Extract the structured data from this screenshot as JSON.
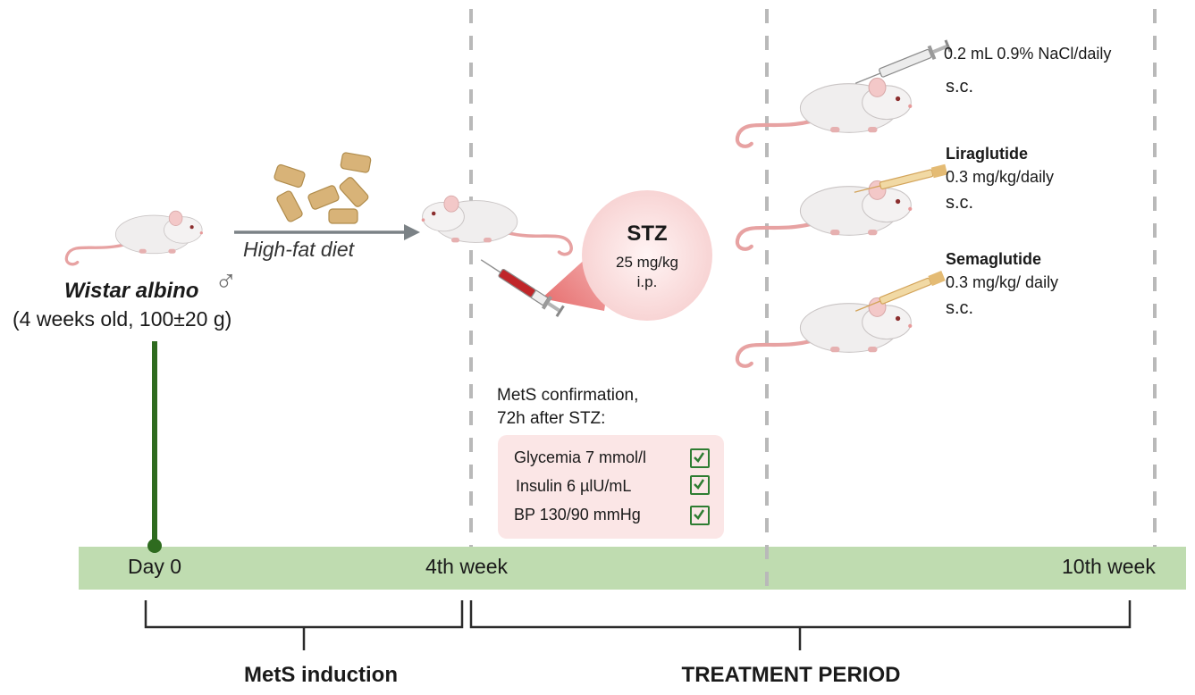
{
  "colors": {
    "timeline_bar": "#bfdcb0",
    "stem_green": "#2e6b1f",
    "dashed_divider": "#b9b9b9",
    "arrow_gray": "#7b8286",
    "bracket": "#2b2b2b",
    "stz_bubble": "#fbdede",
    "mets_box": "#fbe6e6",
    "check_green": "#2e7d32",
    "rat_body": "#f1efef",
    "rat_tail": "#e8a0a0",
    "pellet": "#d8b378"
  },
  "subject": {
    "strain": "Wistar albino",
    "sex_symbol": "♂",
    "details": "(4 weeks old, 100±20 g)"
  },
  "diet_arrow": {
    "label": "High-fat diet"
  },
  "stz": {
    "title": "STZ",
    "dose": "25 mg/kg",
    "route": "i.p."
  },
  "mets_confirmation": {
    "heading_line1": "MetS confirmation,",
    "heading_line2": "72h after STZ:",
    "criteria": [
      {
        "label": "Glycemia 7 mmol/l"
      },
      {
        "label": "Insulin 6 µlU/mL"
      },
      {
        "label": "BP 130/90 mmHg"
      }
    ]
  },
  "treatments": [
    {
      "name": "",
      "dose": "0.2 mL 0.9% NaCl/daily",
      "route": "s.c."
    },
    {
      "name": "Liraglutide",
      "dose": "0.3 mg/kg/daily",
      "route": "s.c."
    },
    {
      "name": "Semaglutide",
      "dose": "0.3 mg/kg/ daily",
      "route": "s.c."
    }
  ],
  "timeline": {
    "labels": [
      "Day 0",
      "4th week",
      "10th week"
    ]
  },
  "phases": {
    "induction": "MetS induction",
    "treatment": "TREATMENT PERIOD"
  },
  "icons": [
    "rat-icon",
    "food-pellets-icon",
    "syringe-icon",
    "checkbox-icon",
    "male-symbol-icon"
  ]
}
